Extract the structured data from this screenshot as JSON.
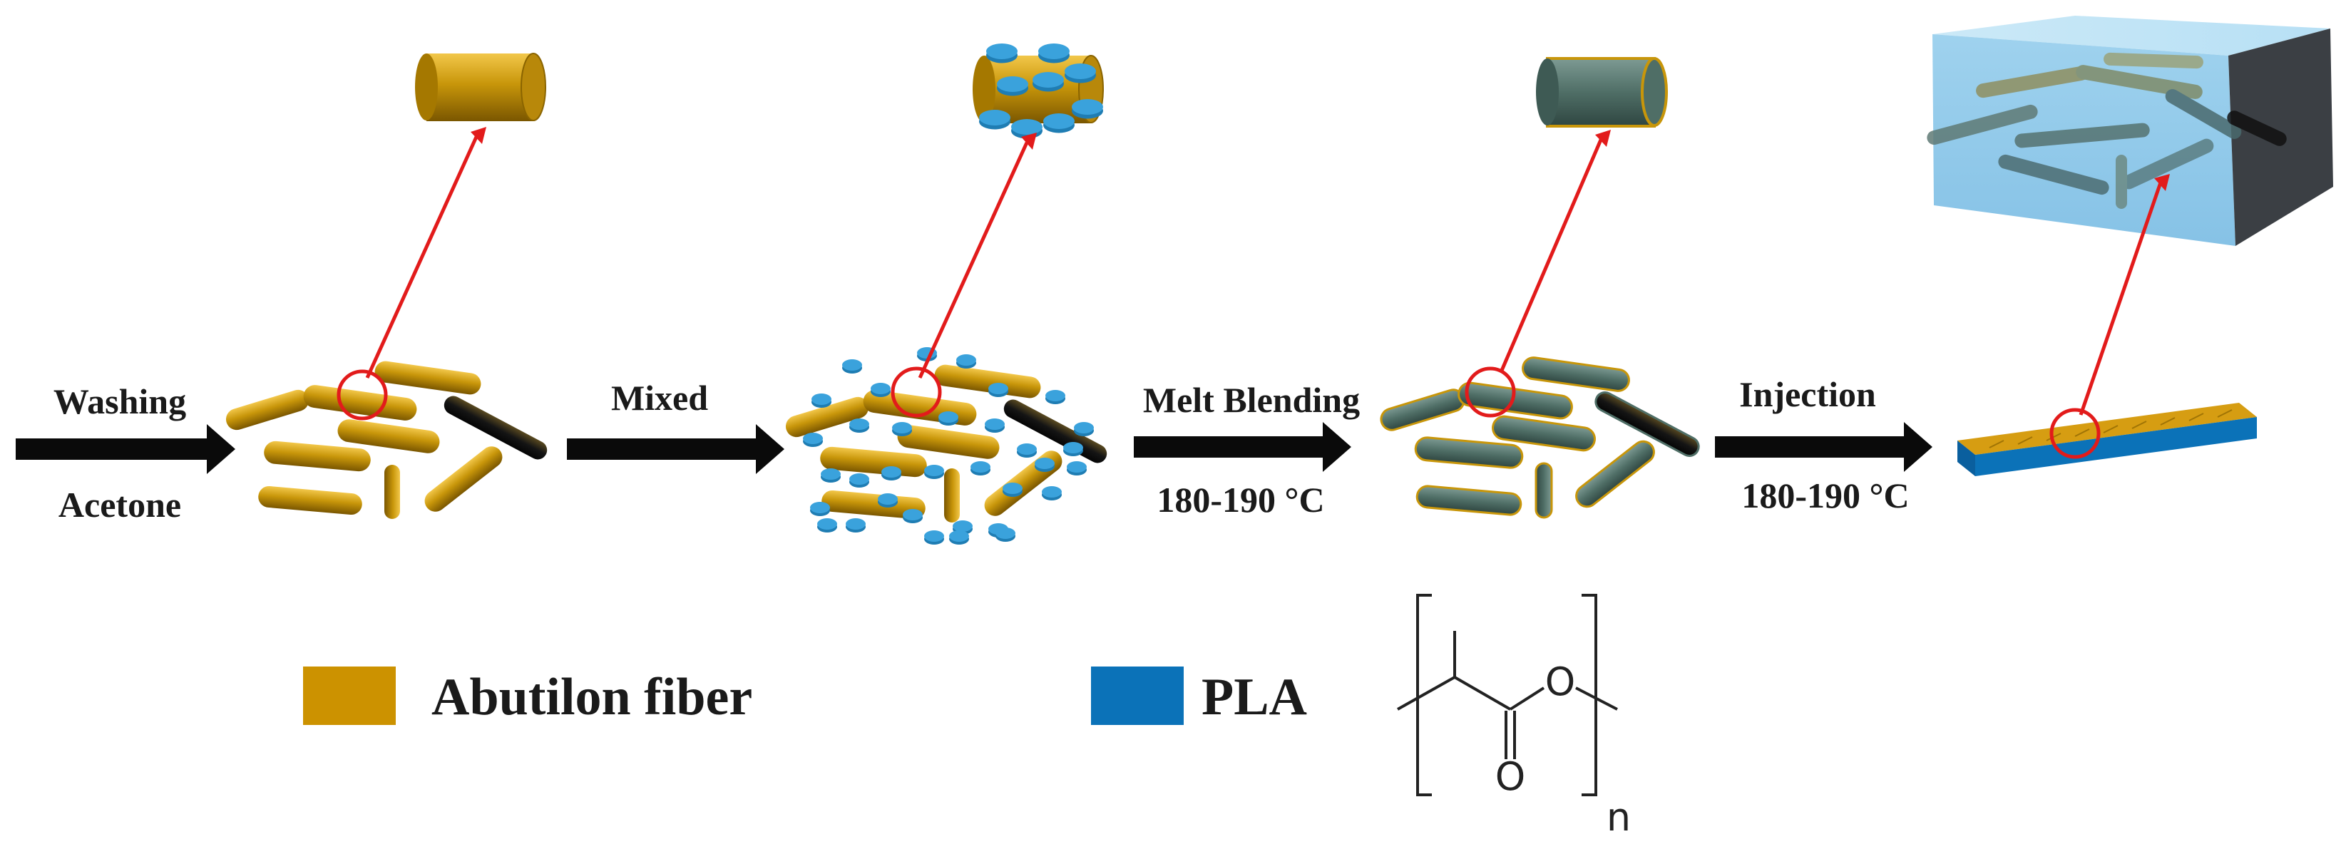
{
  "steps": [
    {
      "top": "Washing",
      "bottom": "Acetone"
    },
    {
      "top": "Mixed",
      "bottom": ""
    },
    {
      "top": "Melt Blending",
      "bottom": "180-190 °C"
    },
    {
      "top": "Injection",
      "bottom": "180-190 °C"
    }
  ],
  "legend": {
    "fiber": {
      "label": "Abutilon fiber",
      "color": "#cc9200"
    },
    "pla": {
      "label": "PLA",
      "color": "#0b72b8"
    }
  },
  "structure": {
    "oxygen_ester": "O",
    "oxygen_carbonyl": "O",
    "repeat_subscript": "n"
  },
  "colors": {
    "fiber": "#c8960a",
    "fiber_dark": "#8a6400",
    "coated_fiber": "#4f6e66",
    "pla_particle": "#3aa2dc",
    "zoom_line": "#e21b1b",
    "arrow": "#0a0a0a",
    "block_front": "#a9d6ee",
    "block_side": "#3b3f44"
  }
}
